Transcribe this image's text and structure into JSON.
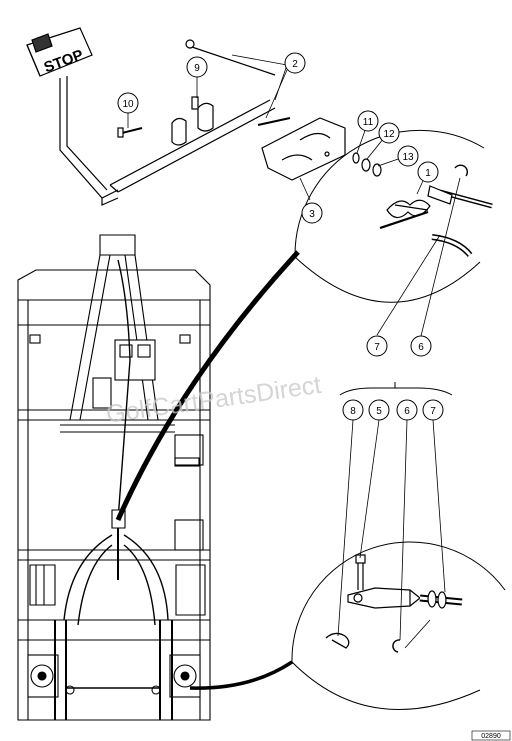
{
  "stop_sign": {
    "label": "STOP"
  },
  "watermark": "GolfCartPartsDirect",
  "callouts": [
    {
      "id": "c2",
      "label": "2"
    },
    {
      "id": "c9",
      "label": "9"
    },
    {
      "id": "c10",
      "label": "10"
    },
    {
      "id": "c11",
      "label": "11"
    },
    {
      "id": "c12",
      "label": "12"
    },
    {
      "id": "c13",
      "label": "13"
    },
    {
      "id": "c1",
      "label": "1"
    },
    {
      "id": "c3",
      "label": "3"
    },
    {
      "id": "c7a",
      "label": "7"
    },
    {
      "id": "c6a",
      "label": "6"
    },
    {
      "id": "c8",
      "label": "8"
    },
    {
      "id": "c5",
      "label": "5"
    },
    {
      "id": "c6b",
      "label": "6"
    },
    {
      "id": "c7b",
      "label": "7"
    }
  ],
  "figure_ref": "02890"
}
